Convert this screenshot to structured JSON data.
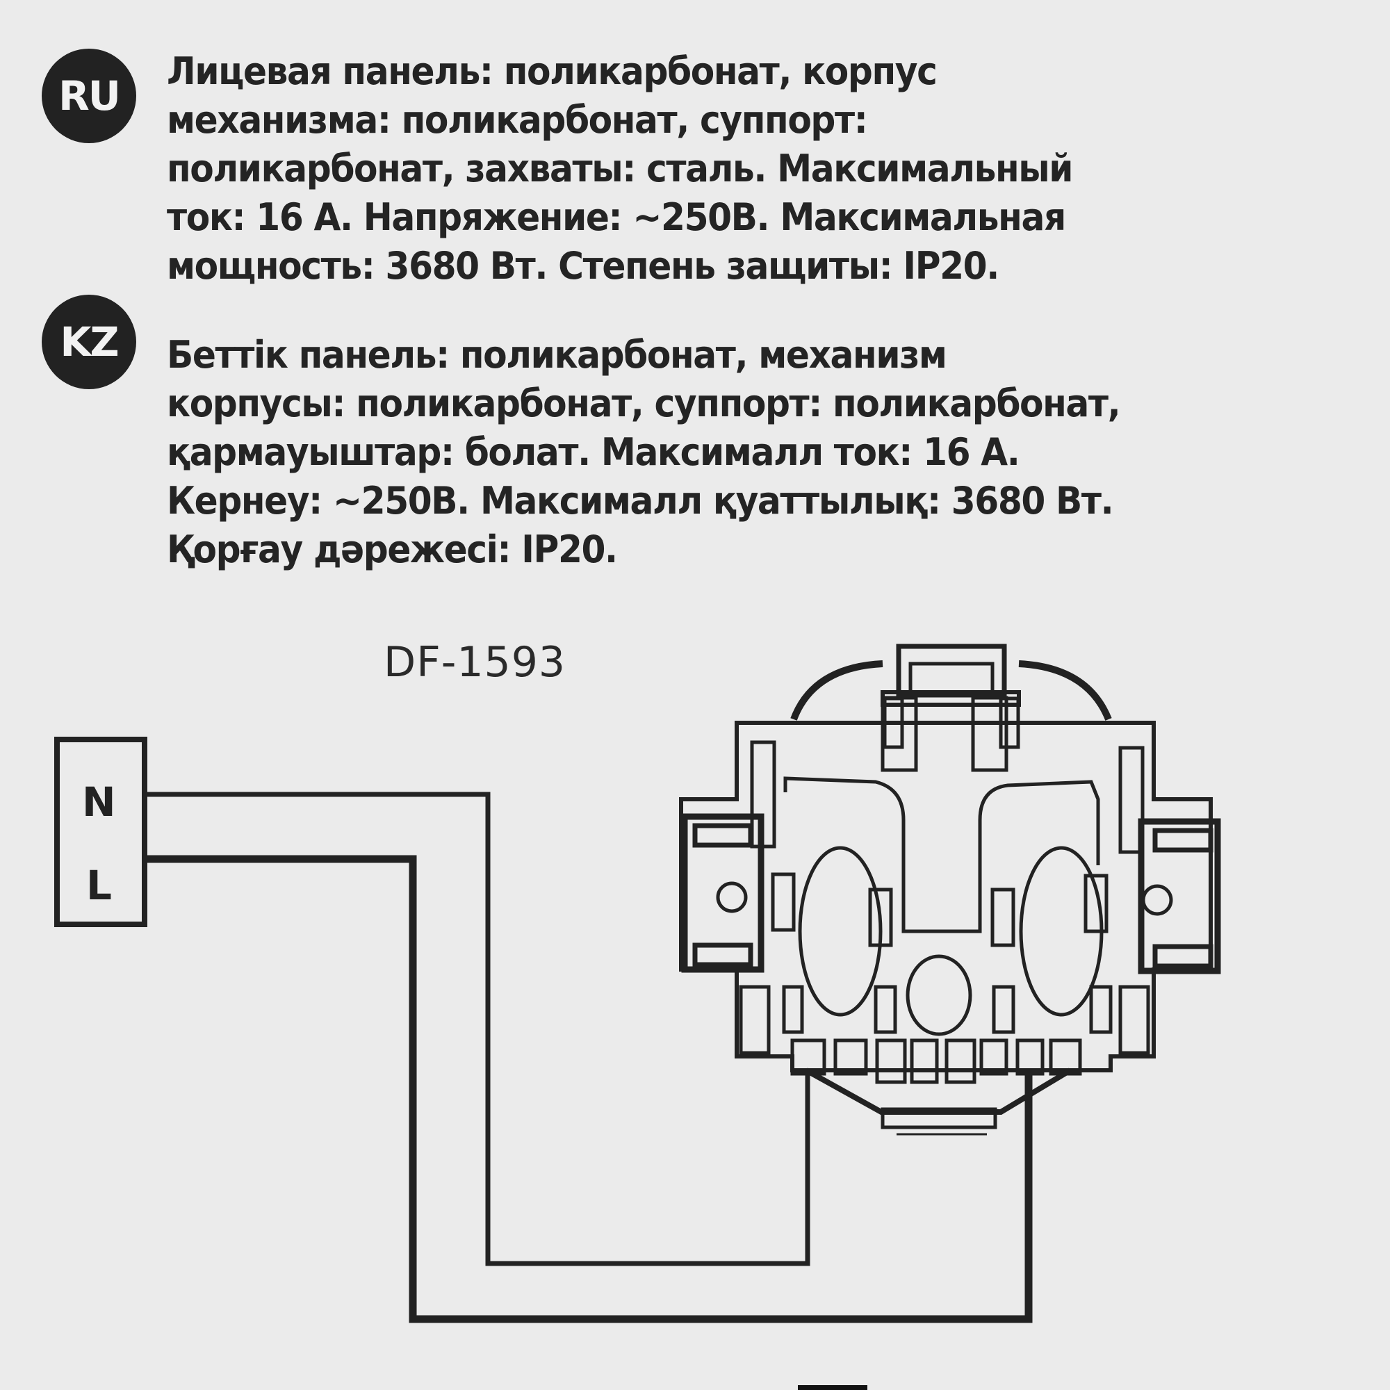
{
  "document": {
    "type": "product instruction sheet",
    "sections": [
      {
        "lang_code": "RU",
        "lines": [
          "Лицевая панель: поликарбонат, корпус",
          "механизма: поликарбонат, суппорт:",
          "поликарбонат, захваты: сталь. Максимальный",
          "ток: 16 А. Напряжение: ~250В. Максимальная",
          "мощность: 3680 Вт. Степень защиты: IP20."
        ]
      },
      {
        "lang_code": "KZ",
        "lines": [
          "Беттік панель: поликарбонат, механизм",
          "корпусы: поликарбонат, суппорт: поликарбонат,",
          "қармауыштар: болат. Максималл ток: 16 А.",
          "Кернеу: ~250В. Максималл қуаттылық: 3680 Вт.",
          "Қорғау дәрежесі: IP20."
        ]
      }
    ],
    "specs": {
      "max_current": "16 А",
      "voltage": "~250В",
      "max_power": "3680 Вт",
      "protection": "IP20"
    }
  },
  "diagram": {
    "model": "DF-1593",
    "terminal_block": {
      "labels": [
        "N",
        "L"
      ]
    },
    "colors": {
      "ink": "#222222",
      "paper": "#ebebeb"
    }
  }
}
